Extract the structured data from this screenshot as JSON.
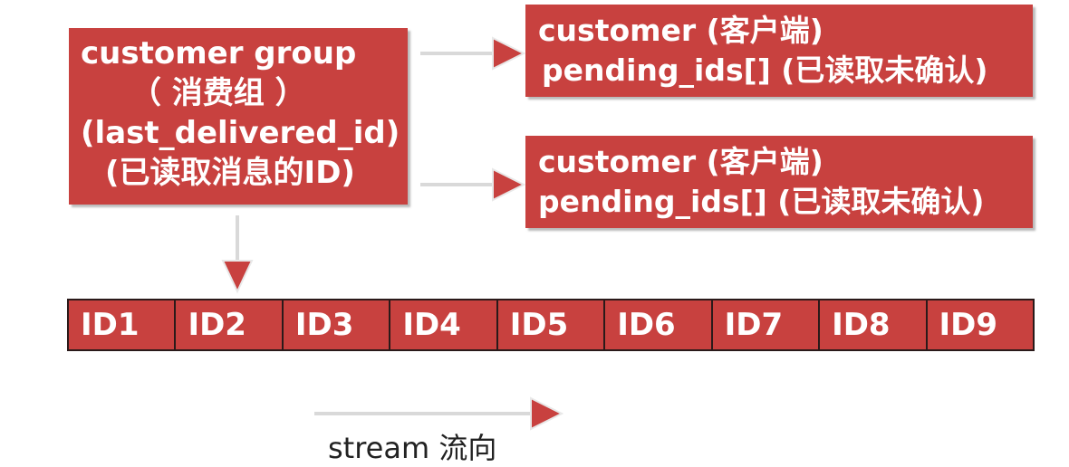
{
  "group_box": {
    "lines": [
      "customer group",
      "（ 消费组 ）",
      "(last_delivered_id)",
      "(已读取消息的ID)"
    ]
  },
  "customer_boxes": [
    {
      "title": "customer (客户端)",
      "pending": "pending_ids[] (已读取未确认)"
    },
    {
      "title": "customer (客户端)",
      "pending": "pending_ids[] (已读取未确认)"
    }
  ],
  "stream_ids": [
    "ID1",
    "ID2",
    "ID3",
    "ID4",
    "ID5",
    "ID6",
    "ID7",
    "ID8",
    "ID9"
  ],
  "stream_label": "stream 流向",
  "colors": {
    "box_fill": "#c8413f",
    "arrow_line": "#e0e0e0",
    "arrow_head": "#c8413f"
  }
}
